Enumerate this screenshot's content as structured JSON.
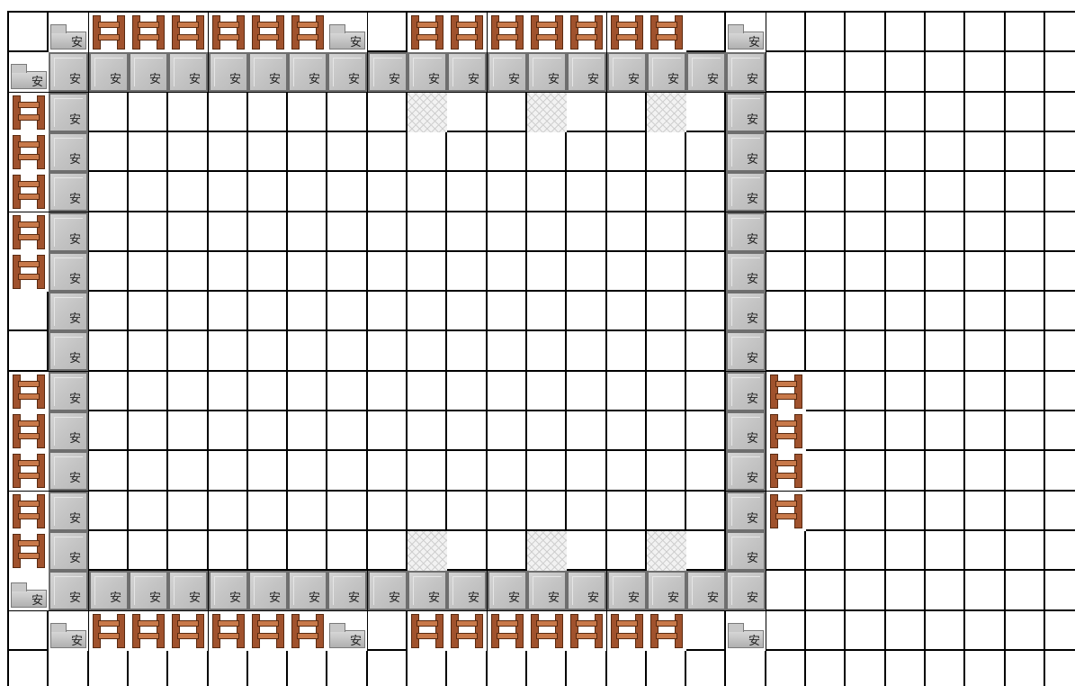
{
  "tile_types": {
    "W": {
      "name": "wall-block",
      "marker": "安"
    },
    "C": {
      "name": "corner-block",
      "marker": "安"
    },
    "F": {
      "name": "wooden-fence",
      "icon": "fence-icon"
    },
    "H": {
      "name": "hatched-floor",
      "icon": "crosshatch-tile"
    }
  },
  "map": {
    "rows": [
      ".CFFFFFFC.FFFFFFF.C.........",
      "CWWWWWWWWWWWWWWWWWW.........",
      "FW........H..H..H.W.........",
      "FW................W.........",
      "FW................W.........",
      "FW................W.........",
      "FW................W.........",
      ".W................W.........",
      ".W................W.........",
      "FW................WF........",
      "FW................WF........",
      "FW................WF........",
      "FW................WF........",
      "FW........H..H..H.W.........",
      "CWWWWWWWWWWWWWWWWWW.........",
      ".CFFFFFFC.FFFFFFF.C.........",
      "............................"
    ]
  },
  "colors": {
    "grid_line": "#000000",
    "wall": "#c4c4c4",
    "fence": "#a0522d"
  }
}
